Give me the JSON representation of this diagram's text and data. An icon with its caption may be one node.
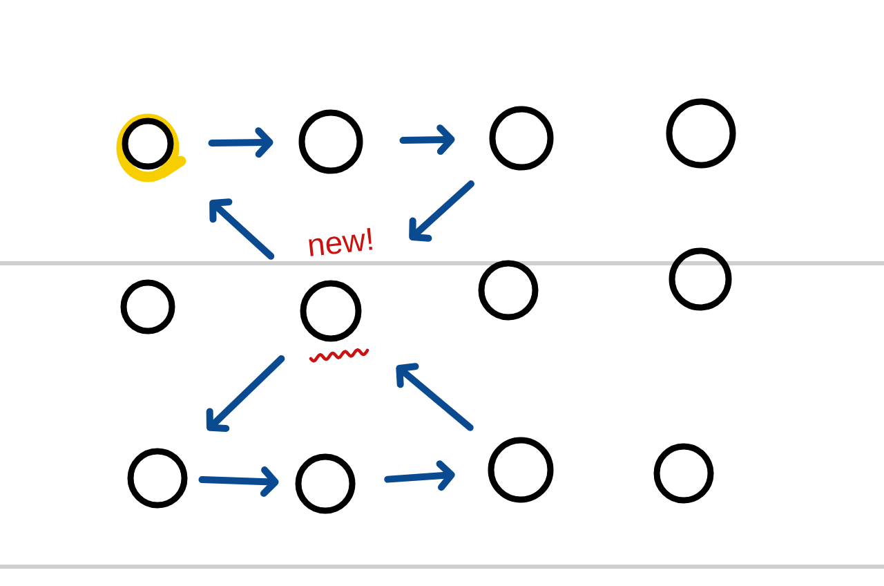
{
  "diagram": {
    "nodes": [
      {
        "text": [],
        "shape": "circle"
      },
      {
        "text": [],
        "shape": "circle"
      },
      {
        "text": [],
        "shape": "circle"
      },
      {
        "text": [],
        "shape": "circle"
      },
      {
        "text": [],
        "shape": "circle"
      },
      {
        "text": [],
        "shape": "circle",
        "beside": [
          "new!"
        ]
      },
      {
        "text": [],
        "shape": "circle"
      },
      {
        "text": [],
        "shape": "circle"
      },
      {
        "text": [],
        "shape": "circle"
      },
      {
        "text": [],
        "shape": "circle"
      },
      {
        "text": [],
        "shape": "circle"
      },
      {
        "text": [],
        "shape": "circle"
      }
    ],
    "edges": [
      {
        "from": 0,
        "to": 1,
        "arrow": "to"
      },
      {
        "from": 1,
        "to": 2,
        "arrow": "to"
      },
      {
        "from": 5,
        "to": 0,
        "arrow": "to"
      },
      {
        "from": 2,
        "to": 5,
        "arrow": "to"
      },
      {
        "from": 5,
        "to": 8,
        "arrow": "to"
      },
      {
        "from": 10,
        "to": 5,
        "arrow": "to"
      },
      {
        "from": 8,
        "to": 9,
        "arrow": "to"
      },
      {
        "from": 9,
        "to": 10,
        "arrow": "to"
      }
    ]
  }
}
